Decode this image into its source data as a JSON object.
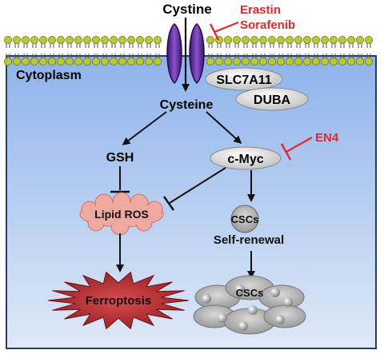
{
  "labels": {
    "cystine": "Cystine",
    "erastin": "Erastin",
    "sorafenib": "Sorafenib",
    "cytoplasm": "Cytoplasm",
    "slc7a11": "SLC7A11",
    "duba": "DUBA",
    "cysteine": "Cysteine",
    "gsh": "GSH",
    "cmyc": "c-Myc",
    "en4": "EN4",
    "lipid_ros": "Lipid ROS",
    "cscs_top": "CSCs",
    "self_renewal": "Self-renewal",
    "ferroptosis": "Ferroptosis",
    "cscs_bottom": "CSCs"
  },
  "colors": {
    "inhibitor_red": "#e8262b",
    "cytoplasm_fill": "#a9c6f0",
    "membrane_head": "#b9c936",
    "transporter": "#6a2fa0",
    "lipid_ros": "#f0a9a0",
    "ferroptosis": "#b0292c"
  },
  "icons": [
    "transporter-icon",
    "membrane-icon",
    "star-burst-icon",
    "cloud-icon",
    "cell-cluster-icon"
  ]
}
